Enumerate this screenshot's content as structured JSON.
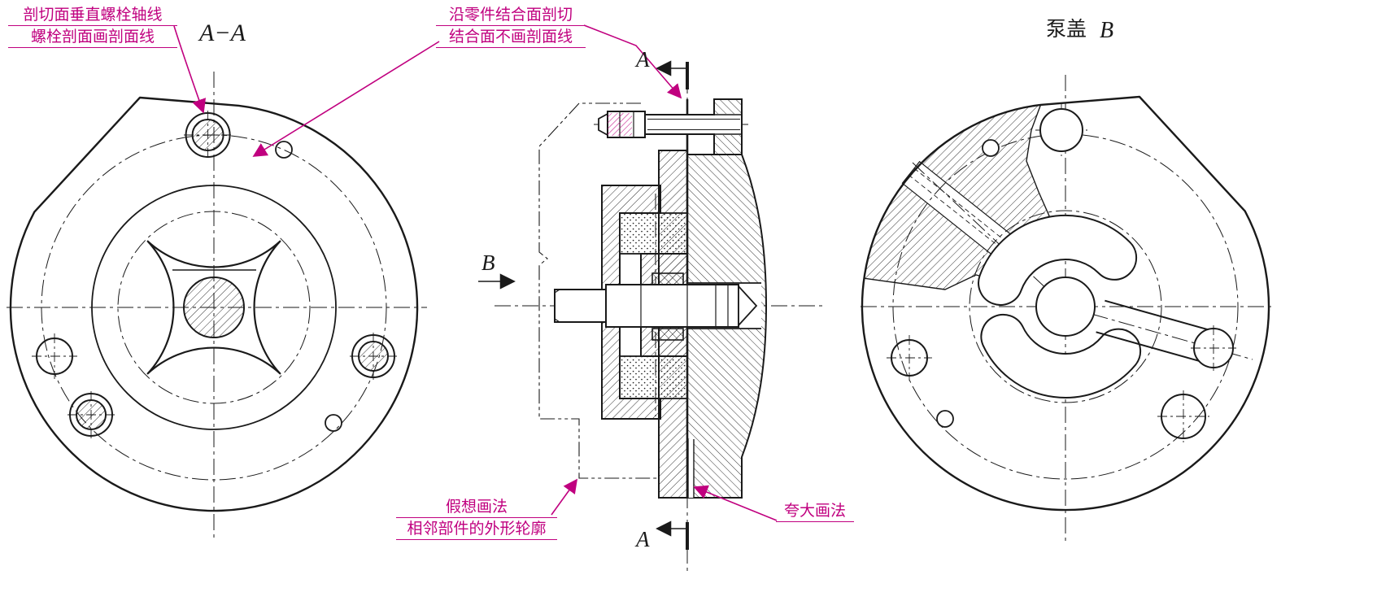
{
  "titles": {
    "section_label": "A−A",
    "cover_label_text": "泵盖",
    "cover_label_letter": "B",
    "view_b": "B",
    "cut_a_top": "A",
    "cut_a_bottom": "A"
  },
  "annotations": {
    "bolt_section_line1": "剖切面垂直螺栓轴线",
    "bolt_section_line2": "螺栓剖面画剖面线",
    "joint_line1": "沿零件结合面剖切",
    "joint_line2": "结合面不画剖面线",
    "imaginary_line1": "假想画法",
    "imaginary_line2": "相邻部件的外形轮廓",
    "exaggerated": "夸大画法"
  },
  "colors": {
    "line": "#1a1a1a",
    "annotation": "#c0007f",
    "background": "#ffffff"
  }
}
